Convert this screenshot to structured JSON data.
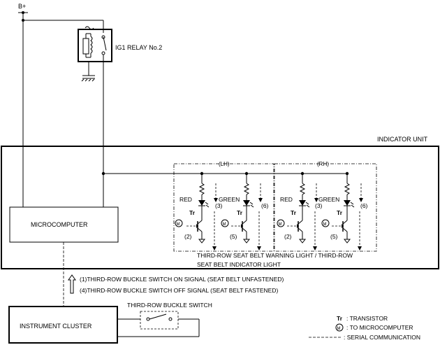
{
  "labels": {
    "power_supply": "B+",
    "relay": "IG1 RELAY No.2",
    "indicator_unit": "INDICATOR UNIT",
    "microcomputer": "MICROCOMPUTER",
    "instrument_cluster": "INSTRUMENT CLUSTER",
    "buckle_switch": "THIRD-ROW BUCKLE SWITCH",
    "group_lh": "(LH)",
    "group_rh": "(RH)",
    "light_caption_line1": "THIRD-ROW SEAT BELT WARNING LIGHT / THIRD-ROW",
    "light_caption_line2": "SEAT BELT INDICATOR LIGHT",
    "signal_on": "(1)THIRD-ROW BUCKLE SWITCH ON SIGNAL (SEAT BELT UNFASTENED)",
    "signal_off": "(4)THIRD-ROW BUCKLE SWITCH OFF SIGNAL (SEAT BELT FASTENED)"
  },
  "channels": [
    {
      "color": "RED",
      "transistor": "Tr",
      "base_marker": "M",
      "base_num": "(2)",
      "led_num": "(3)"
    },
    {
      "color": "GREEN",
      "transistor": "Tr",
      "base_marker": "M",
      "base_num": "(5)",
      "led_num": "(6)"
    },
    {
      "color": "RED",
      "transistor": "Tr",
      "base_marker": "M",
      "base_num": "(2)",
      "led_num": "(3)"
    },
    {
      "color": "GREEN",
      "transistor": "Tr",
      "base_marker": "M",
      "base_num": "(5)",
      "led_num": "(6)"
    }
  ],
  "legend": {
    "tr_symbol": "Tr",
    "tr_text": ": TRANSISTOR",
    "m_symbol": "M",
    "m_text": ": TO MICROCOMPUTER",
    "serial_text": ": SERIAL COMMUNICATION"
  }
}
